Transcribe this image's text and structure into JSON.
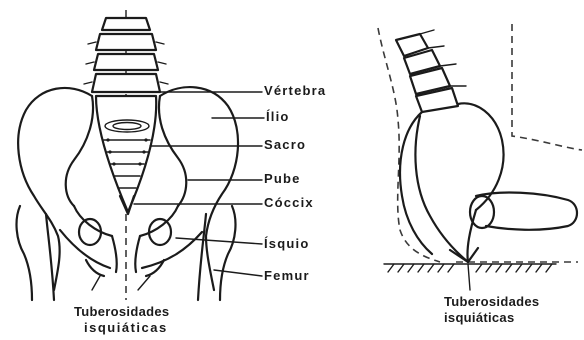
{
  "labels": {
    "vertebra": "Vértebra",
    "ilio": "Ílio",
    "sacro": "Sacro",
    "pube": "Pube",
    "coccix": "Cóccix",
    "isquio": "Ísquio",
    "femur": "Femur",
    "tuberosidades_front_line1": "Tuberosidades",
    "tuberosidades_front_line2": "isquiáticas",
    "tuberosidades_side_line1": "Tuberosidades",
    "tuberosidades_side_line2": "isquiáticas"
  }
}
